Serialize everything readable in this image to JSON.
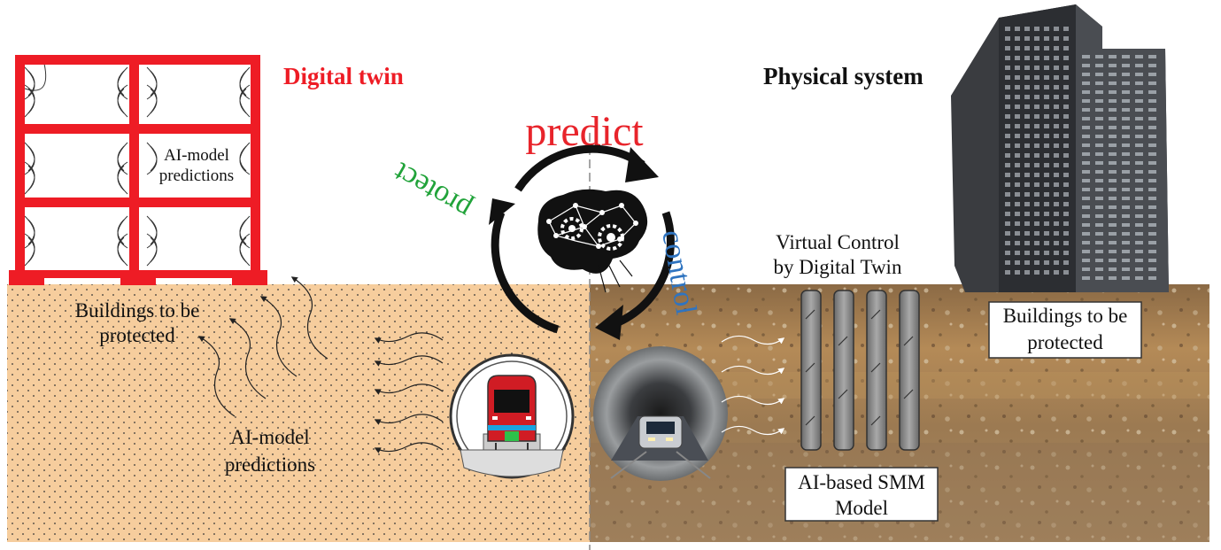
{
  "digital_twin": {
    "title": "Digital twin",
    "frame_label_line1": "AI-model",
    "frame_label_line2": "predictions",
    "buildings_line1": "Buildings to be",
    "buildings_line2": "protected",
    "ai_line1": "AI-model",
    "ai_line2": "predictions"
  },
  "physical_system": {
    "title": "Physical system",
    "virtual_line1": "Virtual Control",
    "virtual_line2": "by Digital Twin",
    "buildings_line1": "Buildings to be",
    "buildings_line2": "protected",
    "smm_line1": "AI-based SMM",
    "smm_line2": "Model"
  },
  "cycle": {
    "predict": "predict",
    "control": "control",
    "protect": "protect"
  },
  "colors": {
    "frame_red": "#ee1c25",
    "soil_left": "#f5cc9c",
    "predict_red": "#e8242b",
    "control_blue": "#2f74c0",
    "protect_green": "#21a33a",
    "pile_gray": "#7f7f7f"
  }
}
